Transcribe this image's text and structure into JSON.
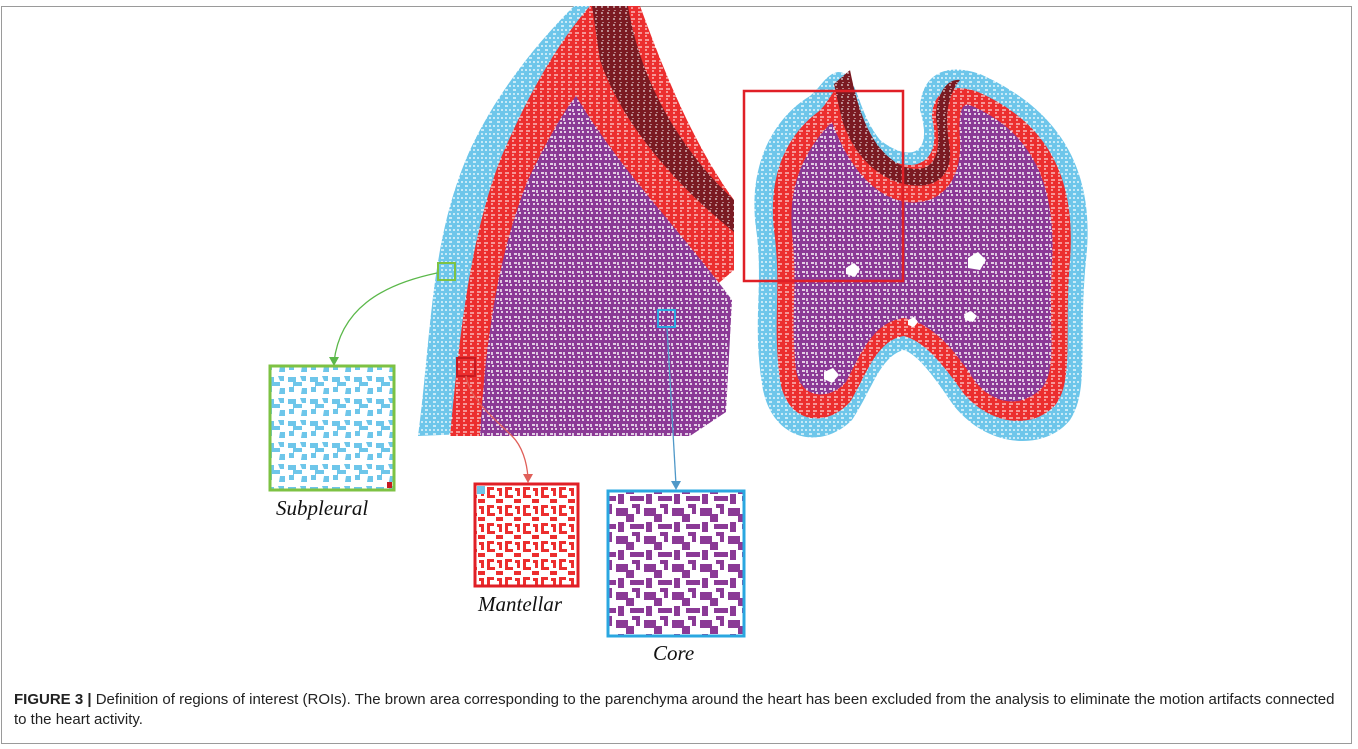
{
  "figure": {
    "roi_labels": {
      "subpleural": "Subpleural",
      "mantellar": "Mantellar",
      "core": "Core"
    }
  },
  "caption": {
    "figure_number": "FIGURE 3 |",
    "text": "Definition of regions of interest (ROIs). The brown area corresponding to the parenchyma around the heart has been excluded from the analysis to eliminate the motion artifacts connected to the heart activity."
  },
  "colors": {
    "subpleural": "#6ec6ea",
    "mantellar": "#ec2e2e",
    "core": "#8b3a96",
    "heart_region": "#7a1a22",
    "subpleural_roi_box": "#7dc243",
    "core_roi_box": "#2aa7e0",
    "zoom_box": "#e01f26"
  }
}
